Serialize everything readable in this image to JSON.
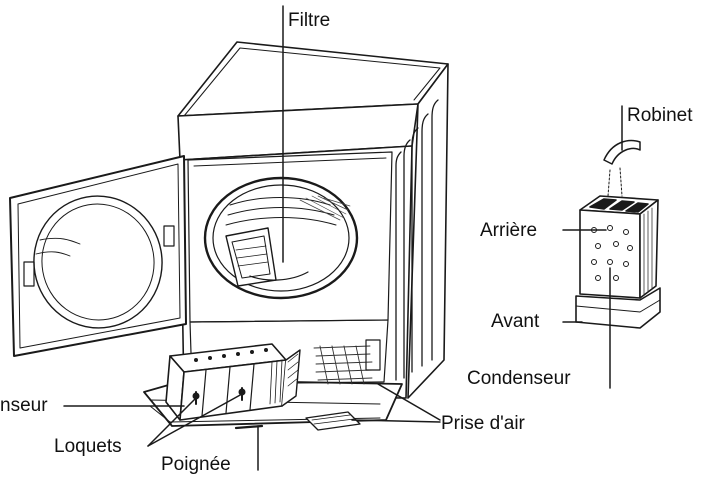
{
  "labels": {
    "filtre": "Filtre",
    "robinet": "Robinet",
    "arriere": "Arrière",
    "avant": "Avant",
    "condenseur_right": "Condenseur",
    "condenseur_left": "nseur",
    "prise_air": "Prise d'air",
    "loquets": "Loquets",
    "poignee": "Poignée"
  }
}
